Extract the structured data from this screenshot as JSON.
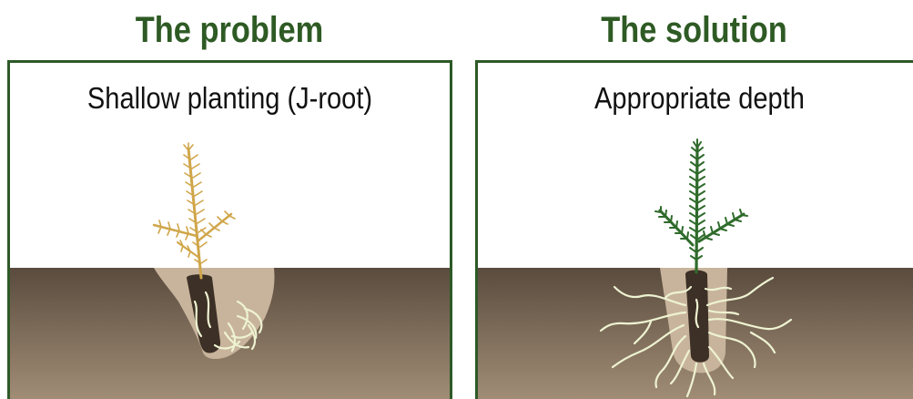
{
  "problem": {
    "heading": "The problem",
    "caption": "Shallow planting (J-root)"
  },
  "solution": {
    "heading": "The solution",
    "caption": "Appropriate depth"
  },
  "colors": {
    "heading_green": "#2e5a24",
    "frame_green": "#2d5a27",
    "soil_top": "#5a4b3e",
    "soil_bottom": "#a08c75",
    "planting_hole": "#c8b49c",
    "root_plug": "#3d3026",
    "roots": "#eef3d2",
    "dry_seedling": "#d0a64a",
    "healthy_seedling": "#2f6b2b"
  }
}
